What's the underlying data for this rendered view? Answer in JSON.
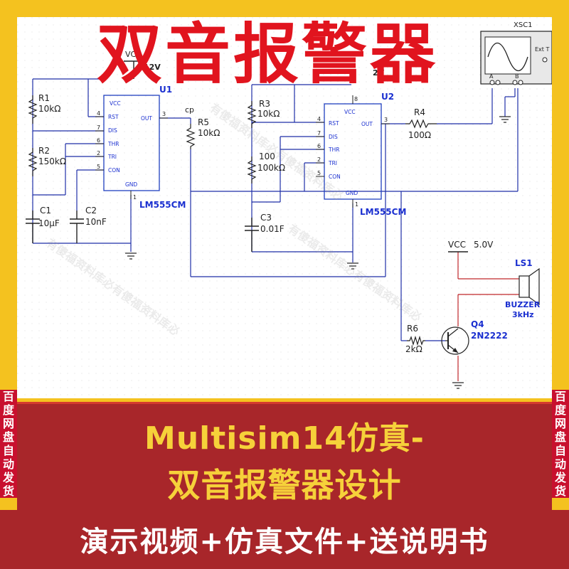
{
  "hero_title": "双音报警器",
  "banner": {
    "line1": "Multisim14仿真-",
    "line2": "双音报警器设计",
    "bottom": "演示视频+仿真文件+送说明书"
  },
  "side_left": [
    "百",
    "度",
    "网",
    "盘",
    "自",
    "动",
    "发",
    "货"
  ],
  "side_right": [
    "百",
    "度",
    "网",
    "盘",
    "自",
    "动",
    "发",
    "货"
  ],
  "watermark": "有傻福资料库必有傻福资料库必",
  "colors": {
    "wire": "#1f2fa8",
    "wire_red": "#c0282a",
    "component": "#222222",
    "ic_outline": "#2040c0",
    "label_blue": "#1a2fd0",
    "title_red": "#e1141e"
  },
  "schematic": {
    "vcc1": "VCC",
    "vcc1_value": "12V",
    "vcc2_value": "2V",
    "u1": "U1",
    "u2": "U2",
    "u1_part": "LM555CM",
    "u2_part": "LM555CM",
    "pins": [
      "VCC",
      "RST",
      "DIS",
      "THR",
      "TRI",
      "CON",
      "GND",
      "OUT"
    ],
    "r1": "R1",
    "r1_value": "10kΩ",
    "r2": "R2",
    "r2_value": "150kΩ",
    "r3": "R3",
    "r3_value": "10kΩ",
    "r4": "R4",
    "r4_value": "100Ω",
    "r5": "R5",
    "r5_value": "10kΩ",
    "r6": "R6",
    "r6_value": "2kΩ",
    "r100": "100",
    "r100_value": "100kΩ",
    "c1": "C1",
    "c1_value": "10µF",
    "c2": "C2",
    "c2_value": "10nF",
    "c3": "C3",
    "c3_value": "0.01F",
    "cp": "cp",
    "vcc3": "VCC",
    "vcc3_value": "5.0V",
    "ls1": "LS1",
    "buzzer": "BUZZER",
    "buzzer_freq": "3kHz",
    "q4": "Q4",
    "q4_part": "2N2222",
    "xsc1": "XSC1",
    "ext": "Ext T",
    "scope_a": "A",
    "scope_b": "B",
    "pin_u1_4": "4",
    "pin_u1_7": "7",
    "pin_u1_6": "6",
    "pin_u1_2": "2",
    "pin_u1_5": "5",
    "pin_u1_3": "3",
    "pin_u1_1": "1",
    "pin_u2_8": "8",
    "pin_u2_4": "4",
    "pin_u2_7": "7",
    "pin_u2_6": "6",
    "pin_u2_2": "2",
    "pin_u2_5": "5",
    "pin_u2_3": "3",
    "pin_u2_1": "1"
  }
}
